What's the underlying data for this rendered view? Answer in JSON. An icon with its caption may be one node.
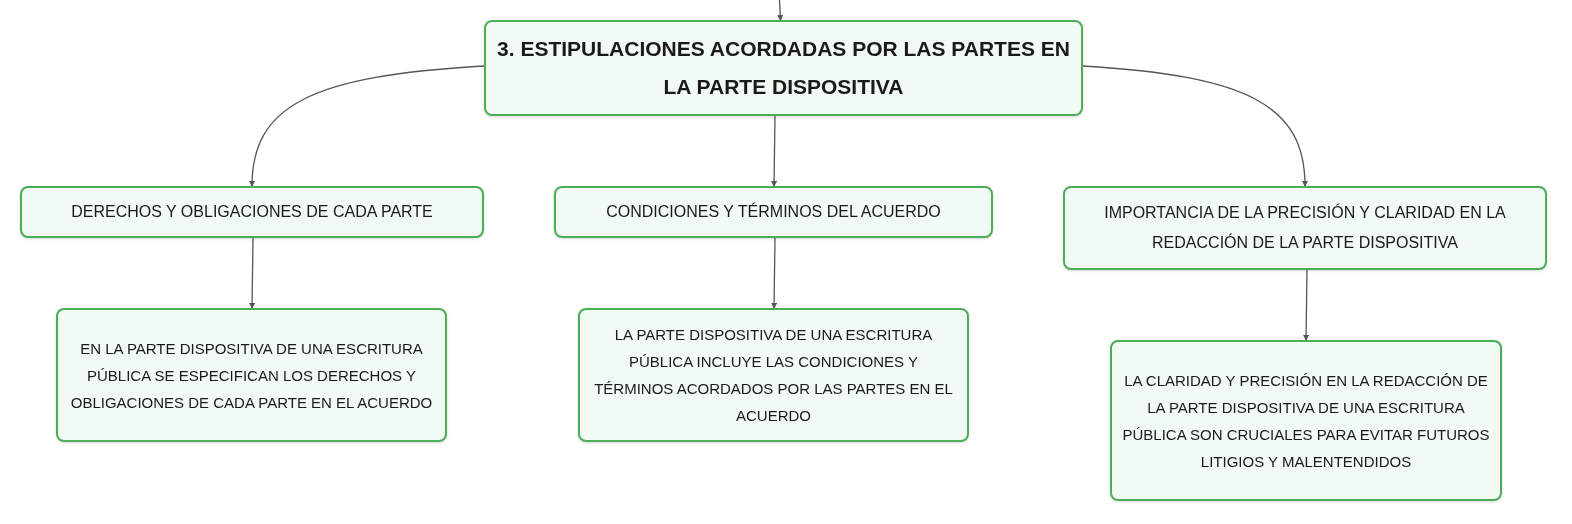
{
  "diagram": {
    "nodes": [
      {
        "text": [
          "3. ESTIPULACIONES ACORDADAS POR LAS PARTES EN LA PARTE DISPOSITIVA"
        ]
      },
      {
        "text": [
          "DERECHOS Y OBLIGACIONES DE CADA PARTE"
        ]
      },
      {
        "text": [
          "CONDICIONES Y TÉRMINOS DEL ACUERDO"
        ]
      },
      {
        "text": [
          "IMPORTANCIA DE LA PRECISIÓN Y CLARIDAD EN LA REDACCIÓN DE LA PARTE DISPOSITIVA"
        ]
      },
      {
        "text": [
          "EN LA PARTE DISPOSITIVA DE UNA ESCRITURA PÚBLICA SE ESPECIFICAN LOS DERECHOS Y OBLIGACIONES DE CADA PARTE EN EL ACUERDO"
        ]
      },
      {
        "text": [
          "LA PARTE DISPOSITIVA DE UNA ESCRITURA PÚBLICA INCLUYE LAS CONDICIONES Y TÉRMINOS ACORDADOS POR LAS PARTES EN EL ACUERDO"
        ]
      },
      {
        "text": [
          "LA CLARIDAD Y PRECISIÓN EN LA REDACCIÓN DE LA PARTE DISPOSITIVA DE UNA ESCRITURA PÚBLICA SON CRUCIALES PARA EVITAR FUTUROS LITIGIOS Y MALENTENDIDOS"
        ]
      }
    ],
    "edges": [
      {
        "from": null,
        "to": 0,
        "arrow": "to"
      },
      {
        "from": 0,
        "to": 1,
        "arrow": "to"
      },
      {
        "from": 0,
        "to": 2,
        "arrow": "to"
      },
      {
        "from": 0,
        "to": 3,
        "arrow": "to"
      },
      {
        "from": 1,
        "to": 4,
        "arrow": "to"
      },
      {
        "from": 2,
        "to": 5,
        "arrow": "to"
      },
      {
        "from": 3,
        "to": 6,
        "arrow": "to"
      }
    ]
  }
}
